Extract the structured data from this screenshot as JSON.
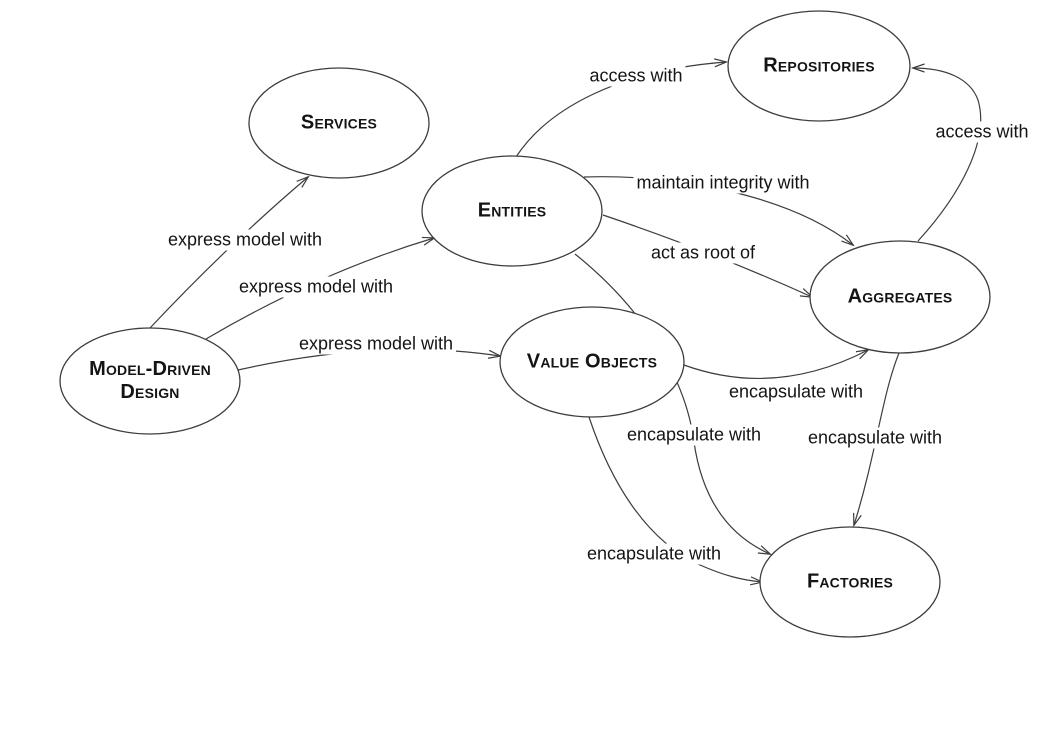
{
  "colors": {
    "stroke": "#3d3d3d",
    "text": "#141414",
    "background": "#ffffff"
  },
  "diagram": {
    "nodes": [
      {
        "id": "services",
        "label": "Services"
      },
      {
        "id": "repositories",
        "label": "Repositories"
      },
      {
        "id": "entities",
        "label": "Entities"
      },
      {
        "id": "aggregates",
        "label": "Aggregates"
      },
      {
        "id": "model-driven-design",
        "label": "Model-Driven Design"
      },
      {
        "id": "value-objects",
        "label": "Value Objects"
      },
      {
        "id": "factories",
        "label": "Factories"
      }
    ],
    "edges": [
      {
        "from": "model-driven-design",
        "to": "services",
        "label": "express model with"
      },
      {
        "from": "model-driven-design",
        "to": "entities",
        "label": "express model with"
      },
      {
        "from": "model-driven-design",
        "to": "value-objects",
        "label": "express model with"
      },
      {
        "from": "entities",
        "to": "repositories",
        "label": "access with"
      },
      {
        "from": "entities",
        "to": "aggregates",
        "label": "maintain integrity with"
      },
      {
        "from": "entities",
        "to": "aggregates",
        "label": "act as root of"
      },
      {
        "from": "aggregates",
        "to": "repositories",
        "label": "access with"
      },
      {
        "from": "value-objects",
        "to": "aggregates",
        "label": "encapsulate with"
      },
      {
        "from": "entities",
        "to": "factories",
        "label": "encapsulate with"
      },
      {
        "from": "aggregates",
        "to": "factories",
        "label": "encapsulate with"
      },
      {
        "from": "value-objects",
        "to": "factories",
        "label": "encapsulate with"
      }
    ]
  }
}
